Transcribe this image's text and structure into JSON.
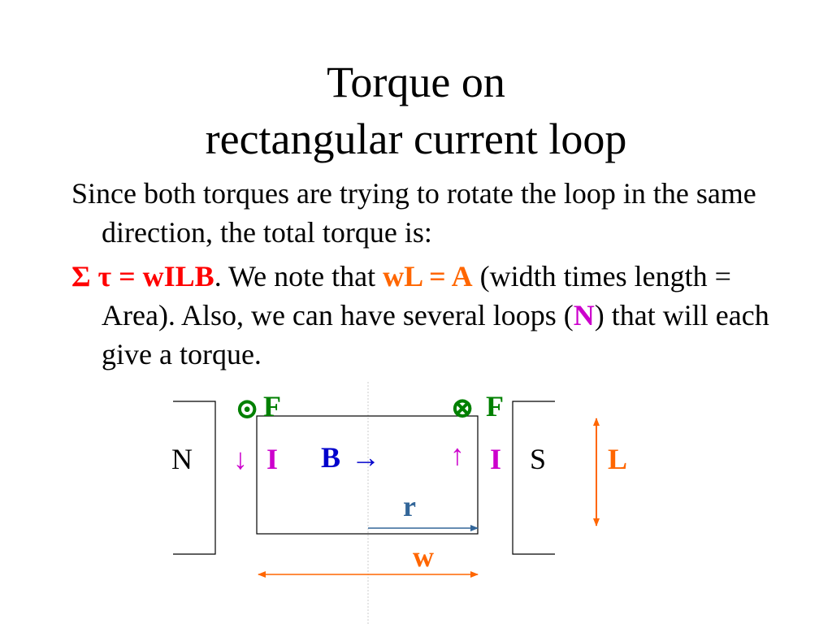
{
  "title": {
    "line1": "Torque on",
    "line2": "rectangular current loop"
  },
  "paragraph1": "Since both torques are trying to rotate the loop in the same direction, the total torque is:",
  "paragraph2": {
    "formula": "Σ τ = wILB",
    "after_formula": ".  We note that ",
    "area_eq": "wL = A",
    "after_area": " (width times length = Area).  Also, we can have several loops (",
    "n_symbol": "N",
    "end": ") that will each give a torque."
  },
  "diagram": {
    "north_label": "N",
    "south_label": "S",
    "force_out_symbol": "⊙",
    "force_in_symbol": "⊗",
    "force_left_label": "F",
    "force_right_label": "F",
    "current_down_arrow": "↓",
    "current_up_arrow": "↑",
    "current_left_label": "I",
    "current_right_label": "I",
    "field_label": "B",
    "field_arrow": "→",
    "radius_label": "r",
    "width_label": "w",
    "length_label": "L"
  },
  "colors": {
    "red": "#ff0000",
    "orange": "#ff6600",
    "magenta": "#cc00cc",
    "green": "#008000",
    "blue": "#0000cc",
    "steel_blue": "#336699"
  }
}
